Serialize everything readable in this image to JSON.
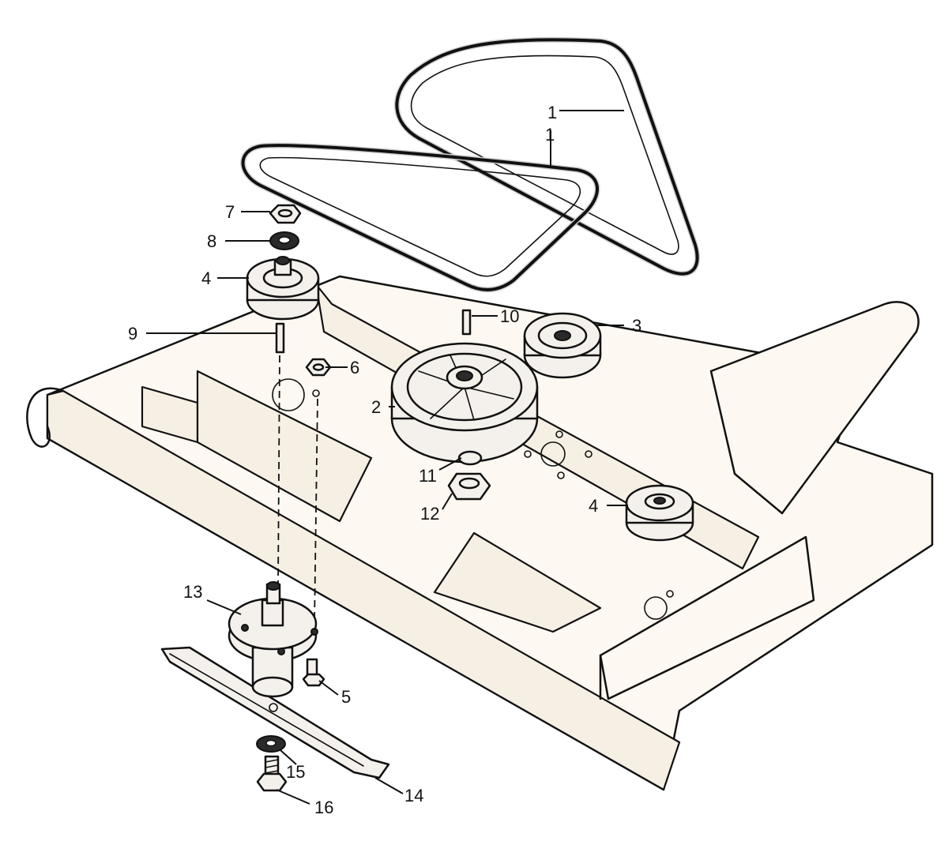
{
  "callouts": [
    {
      "id": "1a",
      "label": "1"
    },
    {
      "id": "1b",
      "label": "1"
    },
    {
      "id": "2",
      "label": "2"
    },
    {
      "id": "3",
      "label": "3"
    },
    {
      "id": "4a",
      "label": "4"
    },
    {
      "id": "4b",
      "label": "4"
    },
    {
      "id": "5",
      "label": "5"
    },
    {
      "id": "6",
      "label": "6"
    },
    {
      "id": "7",
      "label": "7"
    },
    {
      "id": "8",
      "label": "8"
    },
    {
      "id": "9",
      "label": "9"
    },
    {
      "id": "10",
      "label": "10"
    },
    {
      "id": "11",
      "label": "11"
    },
    {
      "id": "12",
      "label": "12"
    },
    {
      "id": "13",
      "label": "13"
    },
    {
      "id": "14",
      "label": "14"
    },
    {
      "id": "15",
      "label": "15"
    },
    {
      "id": "16",
      "label": "16"
    }
  ],
  "colors": {
    "line": "#111111",
    "deck": "#fdf8f1",
    "part": "#f4f1ec"
  }
}
